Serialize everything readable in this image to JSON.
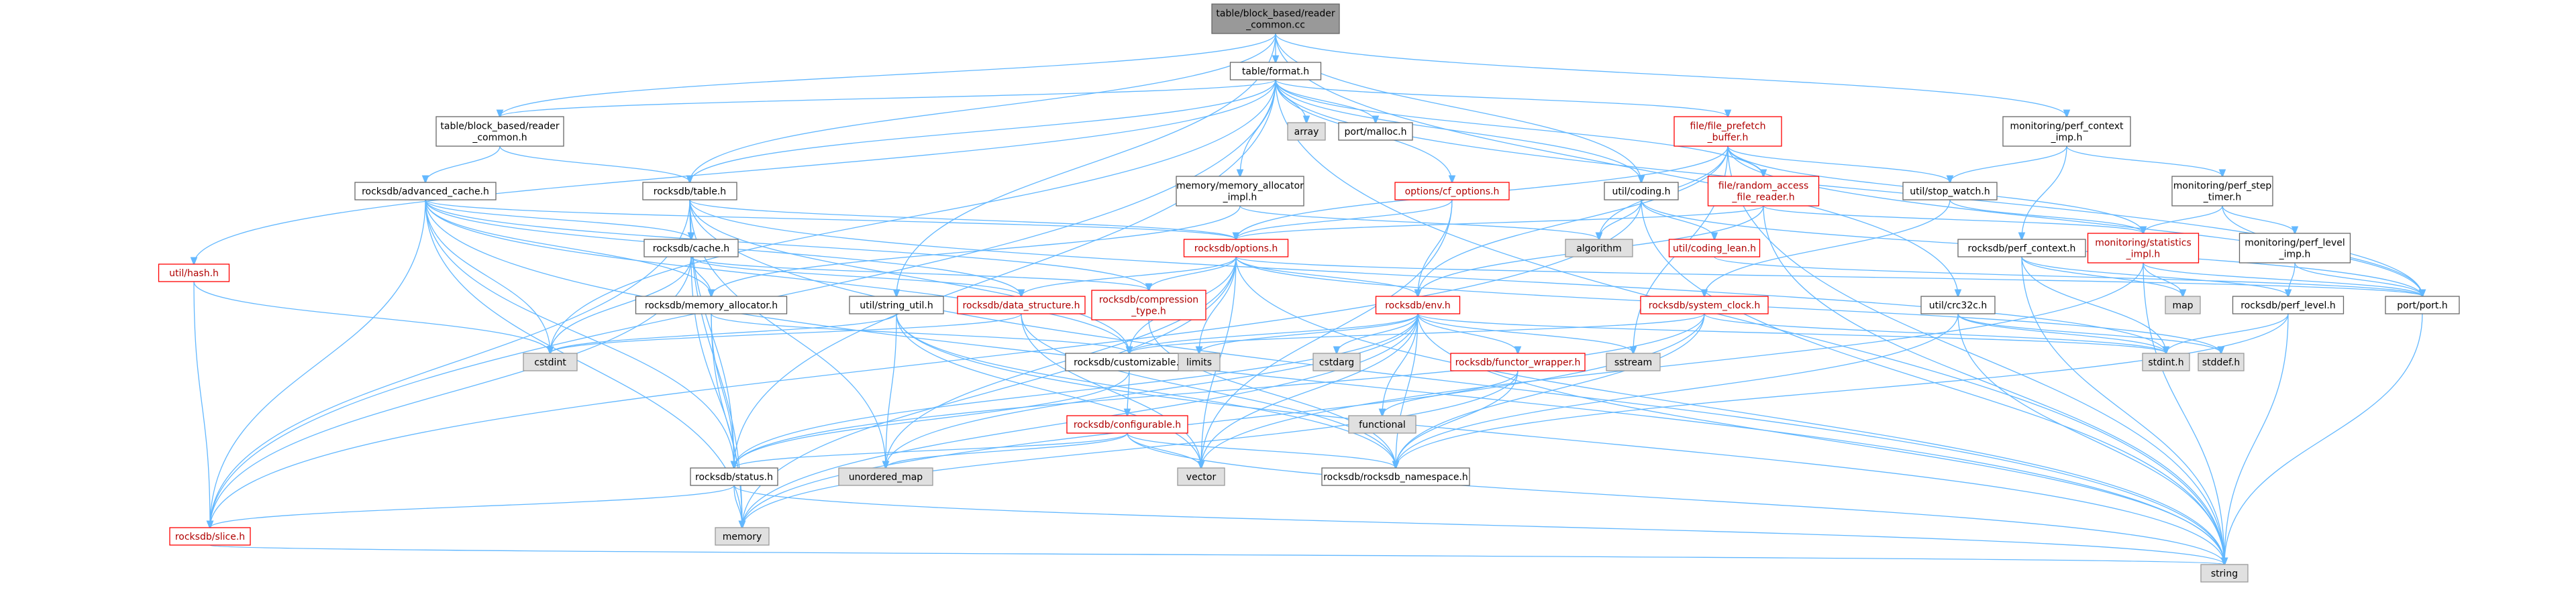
{
  "colors": {
    "edge": "#63b8ff",
    "node_border": "#666666",
    "incomplete_border": "#ff0000",
    "system_fill": "#e0e0e0",
    "root_fill": "#999999"
  },
  "nodes": [
    {
      "id": "root",
      "lines": [
        "table/block_based/reader",
        "_common.cc"
      ],
      "kind": "root"
    },
    {
      "id": "format",
      "lines": [
        "table/format.h"
      ],
      "kind": "plain"
    },
    {
      "id": "reader_common_h",
      "lines": [
        "table/block_based/reader",
        "_common.h"
      ],
      "kind": "plain"
    },
    {
      "id": "adv_cache",
      "lines": [
        "rocksdb/advanced_cache.h"
      ],
      "kind": "plain"
    },
    {
      "id": "table_h",
      "lines": [
        "rocksdb/table.h"
      ],
      "kind": "plain"
    },
    {
      "id": "hash",
      "lines": [
        "util/hash.h"
      ],
      "kind": "red"
    },
    {
      "id": "cache",
      "lines": [
        "rocksdb/cache.h"
      ],
      "kind": "plain"
    },
    {
      "id": "mem_alloc",
      "lines": [
        "rocksdb/memory_allocator.h"
      ],
      "kind": "plain"
    },
    {
      "id": "string_util",
      "lines": [
        "util/string_util.h"
      ],
      "kind": "plain"
    },
    {
      "id": "data_struct",
      "lines": [
        "rocksdb/data_structure.h"
      ],
      "kind": "red"
    },
    {
      "id": "compression",
      "lines": [
        "rocksdb/compression",
        "_type.h"
      ],
      "kind": "red"
    },
    {
      "id": "options",
      "lines": [
        "rocksdb/options.h"
      ],
      "kind": "red"
    },
    {
      "id": "cf_options",
      "lines": [
        "options/cf_options.h"
      ],
      "kind": "red"
    },
    {
      "id": "mem_alloc_impl",
      "lines": [
        "memory/memory_allocator",
        "_impl.h"
      ],
      "kind": "plain"
    },
    {
      "id": "array",
      "lines": [
        "array"
      ],
      "kind": "sys"
    },
    {
      "id": "port_malloc",
      "lines": [
        "port/malloc.h"
      ],
      "kind": "plain"
    },
    {
      "id": "file_prefetch",
      "lines": [
        "file/file_prefetch",
        "_buffer.h"
      ],
      "kind": "red"
    },
    {
      "id": "coding",
      "lines": [
        "util/coding.h"
      ],
      "kind": "plain"
    },
    {
      "id": "random_access",
      "lines": [
        "file/random_access",
        "_file_reader.h"
      ],
      "kind": "red"
    },
    {
      "id": "stop_watch",
      "lines": [
        "util/stop_watch.h"
      ],
      "kind": "plain"
    },
    {
      "id": "perf_ctx_imp",
      "lines": [
        "monitoring/perf_context",
        "_imp.h"
      ],
      "kind": "plain"
    },
    {
      "id": "perf_step",
      "lines": [
        "monitoring/perf_step",
        "_timer.h"
      ],
      "kind": "plain"
    },
    {
      "id": "perf_level_imp",
      "lines": [
        "monitoring/perf_level",
        "_imp.h"
      ],
      "kind": "plain"
    },
    {
      "id": "stats_impl",
      "lines": [
        "monitoring/statistics",
        "_impl.h"
      ],
      "kind": "red"
    },
    {
      "id": "perf_context",
      "lines": [
        "rocksdb/perf_context.h"
      ],
      "kind": "plain"
    },
    {
      "id": "perf_level",
      "lines": [
        "rocksdb/perf_level.h"
      ],
      "kind": "plain"
    },
    {
      "id": "system_clock",
      "lines": [
        "rocksdb/system_clock.h"
      ],
      "kind": "red"
    },
    {
      "id": "crc32c",
      "lines": [
        "util/crc32c.h"
      ],
      "kind": "plain"
    },
    {
      "id": "coding_lean",
      "lines": [
        "util/coding_lean.h"
      ],
      "kind": "red"
    },
    {
      "id": "algorithm",
      "lines": [
        "algorithm"
      ],
      "kind": "sys"
    },
    {
      "id": "env",
      "lines": [
        "rocksdb/env.h"
      ],
      "kind": "red"
    },
    {
      "id": "customizable",
      "lines": [
        "rocksdb/customizable.h"
      ],
      "kind": "plain"
    },
    {
      "id": "configurable",
      "lines": [
        "rocksdb/configurable.h"
      ],
      "kind": "red"
    },
    {
      "id": "functor",
      "lines": [
        "rocksdb/functor_wrapper.h"
      ],
      "kind": "red"
    },
    {
      "id": "cstdarg",
      "lines": [
        "cstdarg"
      ],
      "kind": "sys"
    },
    {
      "id": "sstream",
      "lines": [
        "sstream"
      ],
      "kind": "sys"
    },
    {
      "id": "limits",
      "lines": [
        "limits"
      ],
      "kind": "sys"
    },
    {
      "id": "cstdint",
      "lines": [
        "cstdint"
      ],
      "kind": "sys"
    },
    {
      "id": "functional",
      "lines": [
        "functional"
      ],
      "kind": "sys"
    },
    {
      "id": "status",
      "lines": [
        "rocksdb/status.h"
      ],
      "kind": "plain"
    },
    {
      "id": "unordered_map",
      "lines": [
        "unordered_map"
      ],
      "kind": "sys"
    },
    {
      "id": "vector",
      "lines": [
        "vector"
      ],
      "kind": "sys"
    },
    {
      "id": "namespace",
      "lines": [
        "rocksdb/rocksdb_namespace.h"
      ],
      "kind": "plain"
    },
    {
      "id": "slice",
      "lines": [
        "rocksdb/slice.h"
      ],
      "kind": "red"
    },
    {
      "id": "memory",
      "lines": [
        "memory"
      ],
      "kind": "sys"
    },
    {
      "id": "string",
      "lines": [
        "string"
      ],
      "kind": "sys"
    },
    {
      "id": "map",
      "lines": [
        "map"
      ],
      "kind": "sys"
    },
    {
      "id": "stdint",
      "lines": [
        "stdint.h"
      ],
      "kind": "sys"
    },
    {
      "id": "stddef",
      "lines": [
        "stddef.h"
      ],
      "kind": "sys"
    },
    {
      "id": "port",
      "lines": [
        "port/port.h"
      ],
      "kind": "plain"
    }
  ],
  "edges": [
    [
      "root",
      "format"
    ],
    [
      "root",
      "reader_common_h"
    ],
    [
      "root",
      "table_h"
    ],
    [
      "root",
      "coding"
    ],
    [
      "root",
      "crc32c"
    ],
    [
      "root",
      "perf_ctx_imp"
    ],
    [
      "root",
      "string_util"
    ],
    [
      "format",
      "reader_common_h"
    ],
    [
      "format",
      "table_h"
    ],
    [
      "format",
      "array"
    ],
    [
      "format",
      "port_malloc"
    ],
    [
      "format",
      "mem_alloc_impl"
    ],
    [
      "format",
      "cf_options"
    ],
    [
      "format",
      "file_prefetch"
    ],
    [
      "format",
      "coding"
    ],
    [
      "format",
      "random_access"
    ],
    [
      "format",
      "hash"
    ],
    [
      "format",
      "status"
    ],
    [
      "format",
      "slice"
    ],
    [
      "format",
      "cstdint"
    ],
    [
      "format",
      "string"
    ],
    [
      "format",
      "port"
    ],
    [
      "reader_common_h",
      "adv_cache"
    ],
    [
      "reader_common_h",
      "table_h"
    ],
    [
      "adv_cache",
      "cache"
    ],
    [
      "adv_cache",
      "mem_alloc"
    ],
    [
      "adv_cache",
      "compression"
    ],
    [
      "adv_cache",
      "options"
    ],
    [
      "adv_cache",
      "customizable"
    ],
    [
      "adv_cache",
      "status"
    ],
    [
      "adv_cache",
      "slice"
    ],
    [
      "adv_cache",
      "memory"
    ],
    [
      "adv_cache",
      "string"
    ],
    [
      "adv_cache",
      "cstdint"
    ],
    [
      "adv_cache",
      "data_struct"
    ],
    [
      "table_h",
      "cache"
    ],
    [
      "table_h",
      "options"
    ],
    [
      "table_h",
      "customizable"
    ],
    [
      "table_h",
      "status"
    ],
    [
      "table_h",
      "memory"
    ],
    [
      "table_h",
      "string"
    ],
    [
      "table_h",
      "unordered_map"
    ],
    [
      "table_h",
      "stdint"
    ],
    [
      "table_h",
      "slice"
    ],
    [
      "hash",
      "slice"
    ],
    [
      "hash",
      "cstdint"
    ],
    [
      "cache",
      "mem_alloc"
    ],
    [
      "cache",
      "compression"
    ],
    [
      "cache",
      "data_struct"
    ],
    [
      "cache",
      "slice"
    ],
    [
      "cache",
      "memory"
    ],
    [
      "cache",
      "cstdint"
    ],
    [
      "mem_alloc",
      "customizable"
    ],
    [
      "mem_alloc",
      "status"
    ],
    [
      "mem_alloc",
      "memory"
    ],
    [
      "string_util",
      "cstdint"
    ],
    [
      "string_util",
      "string"
    ],
    [
      "string_util",
      "unordered_map"
    ],
    [
      "string_util",
      "vector"
    ],
    [
      "string_util",
      "namespace"
    ],
    [
      "data_struct",
      "cstdint"
    ],
    [
      "data_struct",
      "vector"
    ],
    [
      "data_struct",
      "namespace"
    ],
    [
      "compression",
      "namespace"
    ],
    [
      "options",
      "compression"
    ],
    [
      "options",
      "env"
    ],
    [
      "options",
      "customizable"
    ],
    [
      "options",
      "limits"
    ],
    [
      "options",
      "memory"
    ],
    [
      "options",
      "vector"
    ],
    [
      "options",
      "string"
    ],
    [
      "options",
      "unordered_map"
    ],
    [
      "options",
      "stddef"
    ],
    [
      "options",
      "port"
    ],
    [
      "options",
      "data_struct"
    ],
    [
      "cf_options",
      "options"
    ],
    [
      "cf_options",
      "env"
    ],
    [
      "cf_options",
      "vector"
    ],
    [
      "mem_alloc_impl",
      "mem_alloc"
    ],
    [
      "mem_alloc_impl",
      "algorithm"
    ],
    [
      "file_prefetch",
      "options"
    ],
    [
      "file_prefetch",
      "algorithm"
    ],
    [
      "file_prefetch",
      "random_access"
    ],
    [
      "file_prefetch",
      "stop_watch"
    ],
    [
      "file_prefetch",
      "env"
    ],
    [
      "file_prefetch",
      "sstream"
    ],
    [
      "file_prefetch",
      "string"
    ],
    [
      "file_prefetch",
      "port"
    ],
    [
      "file_prefetch",
      "stats_impl"
    ],
    [
      "coding",
      "algorithm"
    ],
    [
      "coding",
      "coding_lean"
    ],
    [
      "coding",
      "port"
    ],
    [
      "coding",
      "slice"
    ],
    [
      "coding",
      "string"
    ],
    [
      "random_access",
      "options"
    ],
    [
      "random_access",
      "env"
    ],
    [
      "random_access",
      "string"
    ],
    [
      "random_access",
      "stats_impl"
    ],
    [
      "stop_watch",
      "stats_impl"
    ],
    [
      "stop_watch",
      "system_clock"
    ],
    [
      "perf_ctx_imp",
      "perf_step"
    ],
    [
      "perf_ctx_imp",
      "perf_context"
    ],
    [
      "perf_ctx_imp",
      "stop_watch"
    ],
    [
      "perf_step",
      "perf_level_imp"
    ],
    [
      "perf_step",
      "stats_impl"
    ],
    [
      "perf_step",
      "port"
    ],
    [
      "perf_level_imp",
      "perf_level"
    ],
    [
      "perf_level_imp",
      "port"
    ],
    [
      "stats_impl",
      "map"
    ],
    [
      "stats_impl",
      "string"
    ],
    [
      "stats_impl",
      "port"
    ],
    [
      "stats_impl",
      "vector"
    ],
    [
      "perf_context",
      "map"
    ],
    [
      "perf_context",
      "stdint"
    ],
    [
      "perf_context",
      "string"
    ],
    [
      "perf_context",
      "perf_level"
    ],
    [
      "perf_level",
      "stdint"
    ],
    [
      "perf_level",
      "string"
    ],
    [
      "perf_level",
      "namespace"
    ],
    [
      "system_clock",
      "customizable"
    ],
    [
      "system_clock",
      "namespace"
    ],
    [
      "system_clock",
      "status"
    ],
    [
      "system_clock",
      "stdint"
    ],
    [
      "system_clock",
      "memory"
    ],
    [
      "crc32c",
      "stdint"
    ],
    [
      "crc32c",
      "stddef"
    ],
    [
      "crc32c",
      "string"
    ],
    [
      "crc32c",
      "namespace"
    ],
    [
      "coding_lean",
      "port"
    ],
    [
      "env",
      "customizable"
    ],
    [
      "env",
      "functor"
    ],
    [
      "env",
      "status"
    ],
    [
      "env",
      "cstdarg"
    ],
    [
      "env",
      "sstream"
    ],
    [
      "env",
      "limits"
    ],
    [
      "env",
      "functional"
    ],
    [
      "env",
      "memory"
    ],
    [
      "env",
      "string"
    ],
    [
      "env",
      "vector"
    ],
    [
      "env",
      "stdint"
    ],
    [
      "env",
      "namespace"
    ],
    [
      "env",
      "unordered_map"
    ],
    [
      "customizable",
      "configurable"
    ],
    [
      "customizable",
      "status"
    ],
    [
      "configurable",
      "status"
    ],
    [
      "configurable",
      "unordered_map"
    ],
    [
      "configurable",
      "vector"
    ],
    [
      "configurable",
      "string"
    ],
    [
      "configurable",
      "namespace"
    ],
    [
      "functor",
      "functional"
    ],
    [
      "functor",
      "memory"
    ],
    [
      "functor",
      "namespace"
    ],
    [
      "status",
      "memory"
    ],
    [
      "status",
      "string"
    ],
    [
      "status",
      "slice"
    ],
    [
      "slice",
      "string"
    ],
    [
      "port",
      "string"
    ]
  ]
}
